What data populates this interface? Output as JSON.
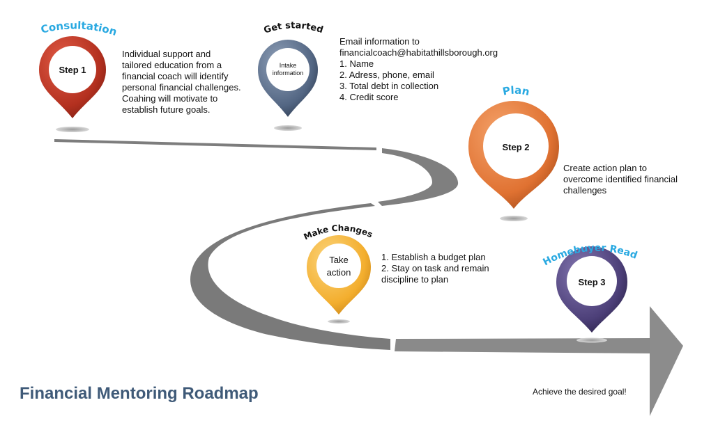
{
  "title": "Financial Mentoring Roadmap",
  "goal_text": "Achieve the desired goal!",
  "colors": {
    "road": "#8a8a8a",
    "title": "#3f5a78",
    "heading_accent": "#29a9e1",
    "pin_red": "#c0392b",
    "pin_slate": "#4a5b75",
    "pin_orange": "#e07a3a",
    "pin_yellow": "#f2b33a",
    "pin_purple": "#4b3f72"
  },
  "steps": [
    {
      "heading": "Consultation",
      "pin_label": "Step 1",
      "pin_color": "red",
      "description": [
        "Individual support and",
        "tailored education from a",
        "financial coach will identify",
        "personal financial challenges.",
        "Coahing will motivate to",
        "establish future goals."
      ]
    },
    {
      "heading": "Get started",
      "pin_label_lines": [
        "Intake",
        "information"
      ],
      "pin_color": "slate",
      "description_intro": [
        "Email information to",
        "financialcoach@habitathillsborough.org"
      ],
      "list": [
        "1. Name",
        "2. Adress, phone, email",
        "3. Total debt in collection",
        "4. Credit score"
      ]
    },
    {
      "heading": "Plan",
      "pin_label": "Step 2",
      "pin_color": "orange",
      "description": [
        "Create action plan to",
        "overcome identified financial",
        "challenges"
      ]
    },
    {
      "heading": "Make Changes",
      "pin_label_lines": [
        "Take",
        "action"
      ],
      "pin_color": "yellow",
      "list": [
        "1. Establish a budget plan",
        "2. Stay on task and remain",
        "discipline to plan"
      ]
    },
    {
      "heading": "Homebuyer Ready",
      "pin_label": "Step 3",
      "pin_color": "purple"
    }
  ]
}
